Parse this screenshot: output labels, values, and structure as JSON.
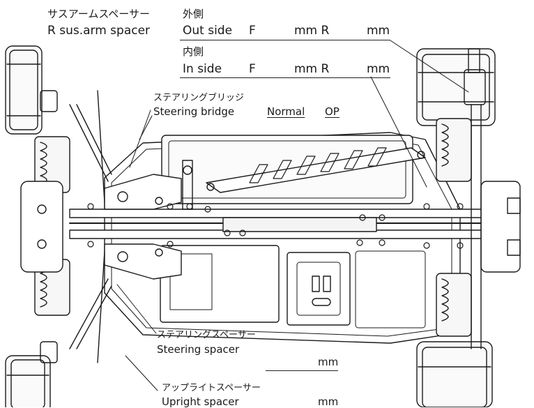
{
  "labels": {
    "sus_arm_spacer": {
      "jp": "サスアームスペーサー",
      "en": "R sus.arm spacer"
    },
    "outside": {
      "jp": "外側",
      "en": "Out side",
      "f": "F",
      "mm1": "mm R",
      "mm2": "mm"
    },
    "inside": {
      "jp": "内側",
      "en": "In side",
      "f": "F",
      "mm1": "mm R",
      "mm2": "mm"
    },
    "steering_bridge": {
      "jp": "ステアリングブリッジ",
      "en": "Steering bridge",
      "normal": "Normal",
      "op": "OP"
    },
    "steering_spacer": {
      "jp": "ステアリングスペーサー",
      "en": "Steering spacer",
      "mm": "mm"
    },
    "upright_spacer": {
      "jp": "アップライトスペーサー",
      "en": "Upright spacer",
      "mm": "mm"
    }
  }
}
